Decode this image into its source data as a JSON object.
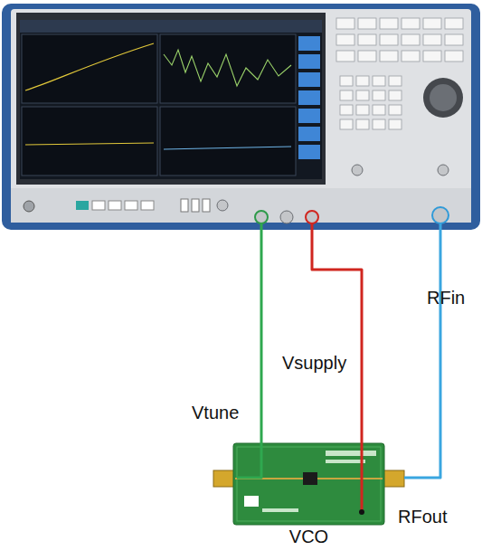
{
  "diagram": {
    "nodes": [
      {
        "text": [
          "VCO"
        ]
      }
    ],
    "labels": [
      "Vtune",
      "Vsupply",
      "RFin",
      "RFout"
    ]
  }
}
